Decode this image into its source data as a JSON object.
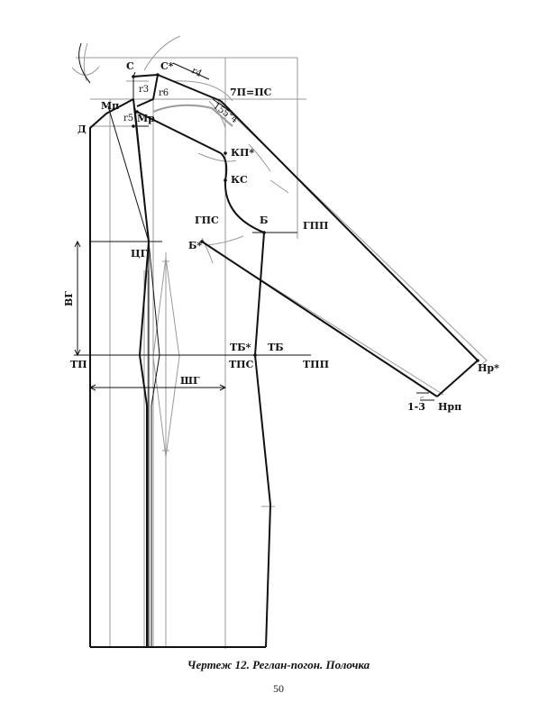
{
  "labels": {
    "s": "С",
    "s_star": "С*",
    "r4": "r4",
    "r3": "r3",
    "r6": "r6",
    "r5": "r5",
    "mp_small": "Мп",
    "mr": "Мр",
    "d": "Д",
    "tp_ps": "7П=ПС",
    "deg": "155°4",
    "kp_star": "КП*",
    "ks": "КС",
    "gps": "ГПС",
    "b": "Б",
    "gpp": "ГПП",
    "b_star": "Б*",
    "tsg": "ЦГ",
    "vg": "ВГ",
    "tp": "ТП",
    "tb_star": "ТБ*",
    "tb": "ТБ",
    "tps": "ТПС",
    "tpp": "ТПП",
    "shg": "ШГ",
    "nr_star": "Нр*",
    "one_three": "1-3",
    "nrp": "Нрп"
  },
  "caption": "Чертеж 12. Реглан-погон. Полочка",
  "page_number": "50"
}
